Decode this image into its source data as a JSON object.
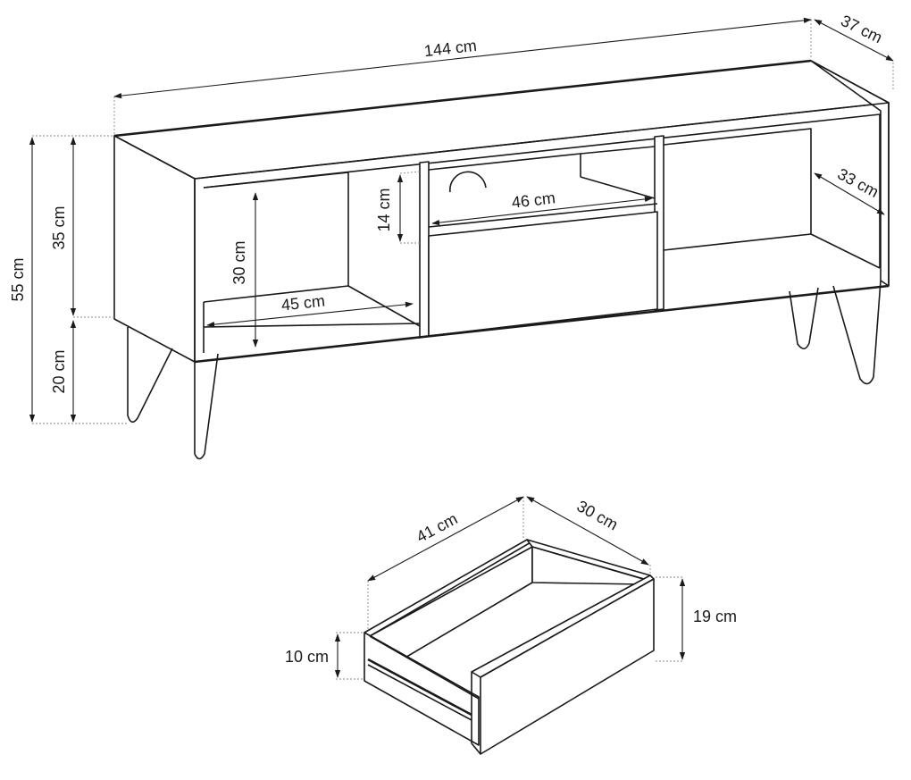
{
  "cabinet": {
    "width": "144 cm",
    "depth": "37 cm",
    "inner_depth": "33 cm",
    "total_height": "55 cm",
    "body_height": "35 cm",
    "leg_height": "20 cm",
    "compartment_height": "30 cm",
    "compartment_width": "45 cm",
    "middle_opening_height": "14 cm",
    "middle_opening_width": "46 cm"
  },
  "drawer": {
    "width": "41 cm",
    "depth": "30 cm",
    "height": "19 cm",
    "inner_height": "10 cm"
  }
}
